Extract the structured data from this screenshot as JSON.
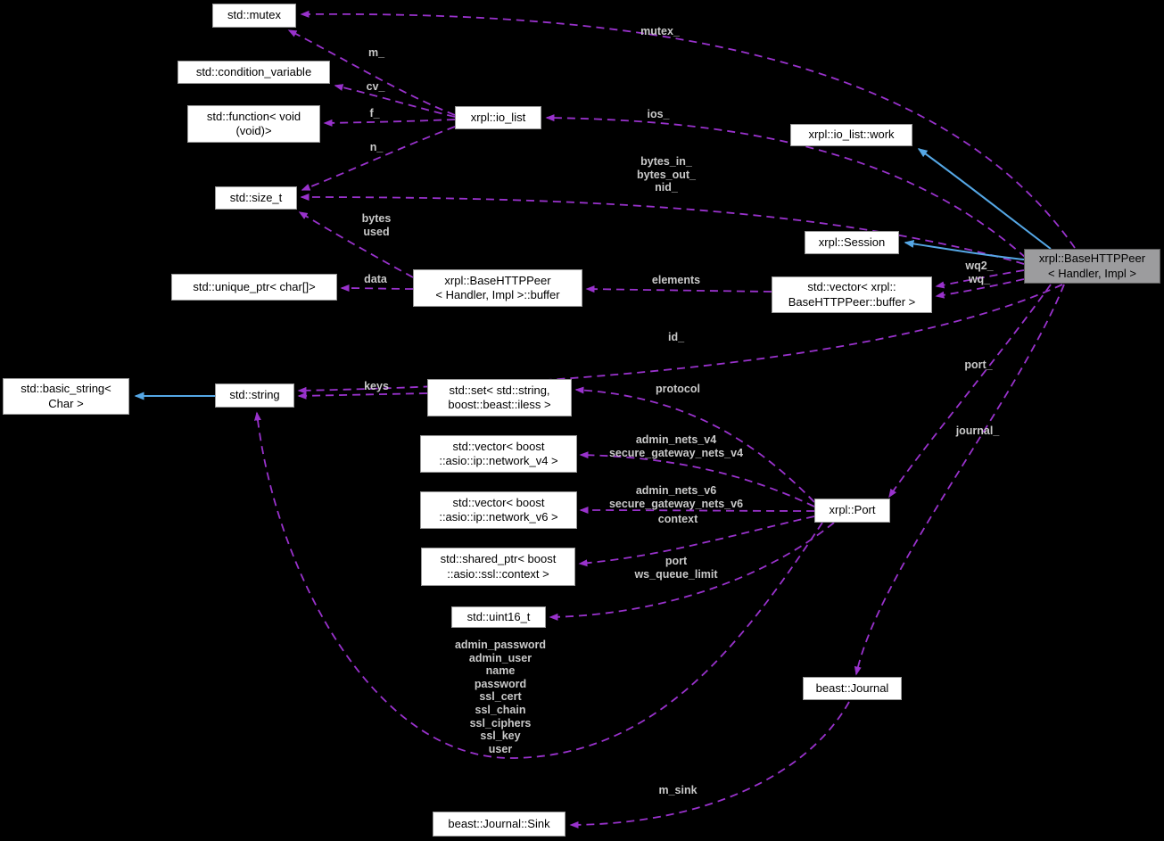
{
  "diagram": {
    "type": "collaboration-graph",
    "colors": {
      "background": "#000000",
      "box_fill": "#ffffff",
      "box_border": "#9a9a9a",
      "box_text": "#000000",
      "highlight_fill": "#9c9c9e",
      "dashed_edge": "#9932cc",
      "solid_edge": "#55a7e5",
      "edge_label_text": "#c9c9c9"
    },
    "nodes": [
      {
        "id": "std-mutex",
        "label": "std::mutex"
      },
      {
        "id": "std-condition-variable",
        "label": "std::condition_variable"
      },
      {
        "id": "std-function-void",
        "label": "std::function< void\n(void)>"
      },
      {
        "id": "xrpl-io-list",
        "label": "xrpl::io_list"
      },
      {
        "id": "std-size-t",
        "label": "std::size_t"
      },
      {
        "id": "std-unique-ptr-char",
        "label": "std::unique_ptr< char[]>"
      },
      {
        "id": "basehttppeer-buffer",
        "label": "xrpl::BaseHTTPPeer\n< Handler, Impl >::buffer"
      },
      {
        "id": "xrpl-io-list-work",
        "label": "xrpl::io_list::work"
      },
      {
        "id": "xrpl-session",
        "label": "xrpl::Session"
      },
      {
        "id": "std-vector-buffer",
        "label": "std::vector< xrpl::\nBaseHTTPPeer::buffer >"
      },
      {
        "id": "xrpl-basehttppeer",
        "label": "xrpl::BaseHTTPPeer\n< Handler, Impl >"
      },
      {
        "id": "std-basic-string",
        "label": "std::basic_string<\nChar >"
      },
      {
        "id": "std-string",
        "label": "std::string"
      },
      {
        "id": "std-set-iless",
        "label": "std::set< std::string,\nboost::beast::iless >"
      },
      {
        "id": "std-vector-network-v4",
        "label": "std::vector< boost\n::asio::ip::network_v4 >"
      },
      {
        "id": "std-vector-network-v6",
        "label": "std::vector< boost\n::asio::ip::network_v6 >"
      },
      {
        "id": "std-shared-ptr-ssl-context",
        "label": "std::shared_ptr< boost\n::asio::ssl::context >"
      },
      {
        "id": "std-uint16-t",
        "label": "std::uint16_t"
      },
      {
        "id": "xrpl-port",
        "label": "xrpl::Port"
      },
      {
        "id": "beast-journal",
        "label": "beast::Journal"
      },
      {
        "id": "beast-journal-sink",
        "label": "beast::Journal::Sink"
      }
    ],
    "edge_labels": [
      {
        "id": "m",
        "text": "m_"
      },
      {
        "id": "cv",
        "text": "cv_"
      },
      {
        "id": "f",
        "text": "f_"
      },
      {
        "id": "n",
        "text": "n_"
      },
      {
        "id": "mutex",
        "text": "mutex_"
      },
      {
        "id": "ios",
        "text": "ios_"
      },
      {
        "id": "bytes-in-out-nid",
        "text": "bytes_in_\nbytes_out_\nnid_"
      },
      {
        "id": "bytes-used",
        "text": "bytes\nused"
      },
      {
        "id": "data",
        "text": "data"
      },
      {
        "id": "elements",
        "text": "elements"
      },
      {
        "id": "id",
        "text": "id_"
      },
      {
        "id": "wq2-wq",
        "text": "wq2_\nwq_"
      },
      {
        "id": "keys",
        "text": "keys"
      },
      {
        "id": "protocol",
        "text": "protocol"
      },
      {
        "id": "admin-nets-v4",
        "text": "admin_nets_v4\nsecure_gateway_nets_v4"
      },
      {
        "id": "admin-nets-v6",
        "text": "admin_nets_v6\nsecure_gateway_nets_v6"
      },
      {
        "id": "context",
        "text": "context"
      },
      {
        "id": "port-ws-queue-limit",
        "text": "port\nws_queue_limit"
      },
      {
        "id": "port-strings",
        "text": "admin_password\nadmin_user\nname\npassword\nssl_cert\nssl_chain\nssl_ciphers\nssl_key\nuser"
      },
      {
        "id": "m-sink",
        "text": "m_sink"
      },
      {
        "id": "port",
        "text": "port_"
      },
      {
        "id": "journal",
        "text": "journal_"
      }
    ]
  }
}
